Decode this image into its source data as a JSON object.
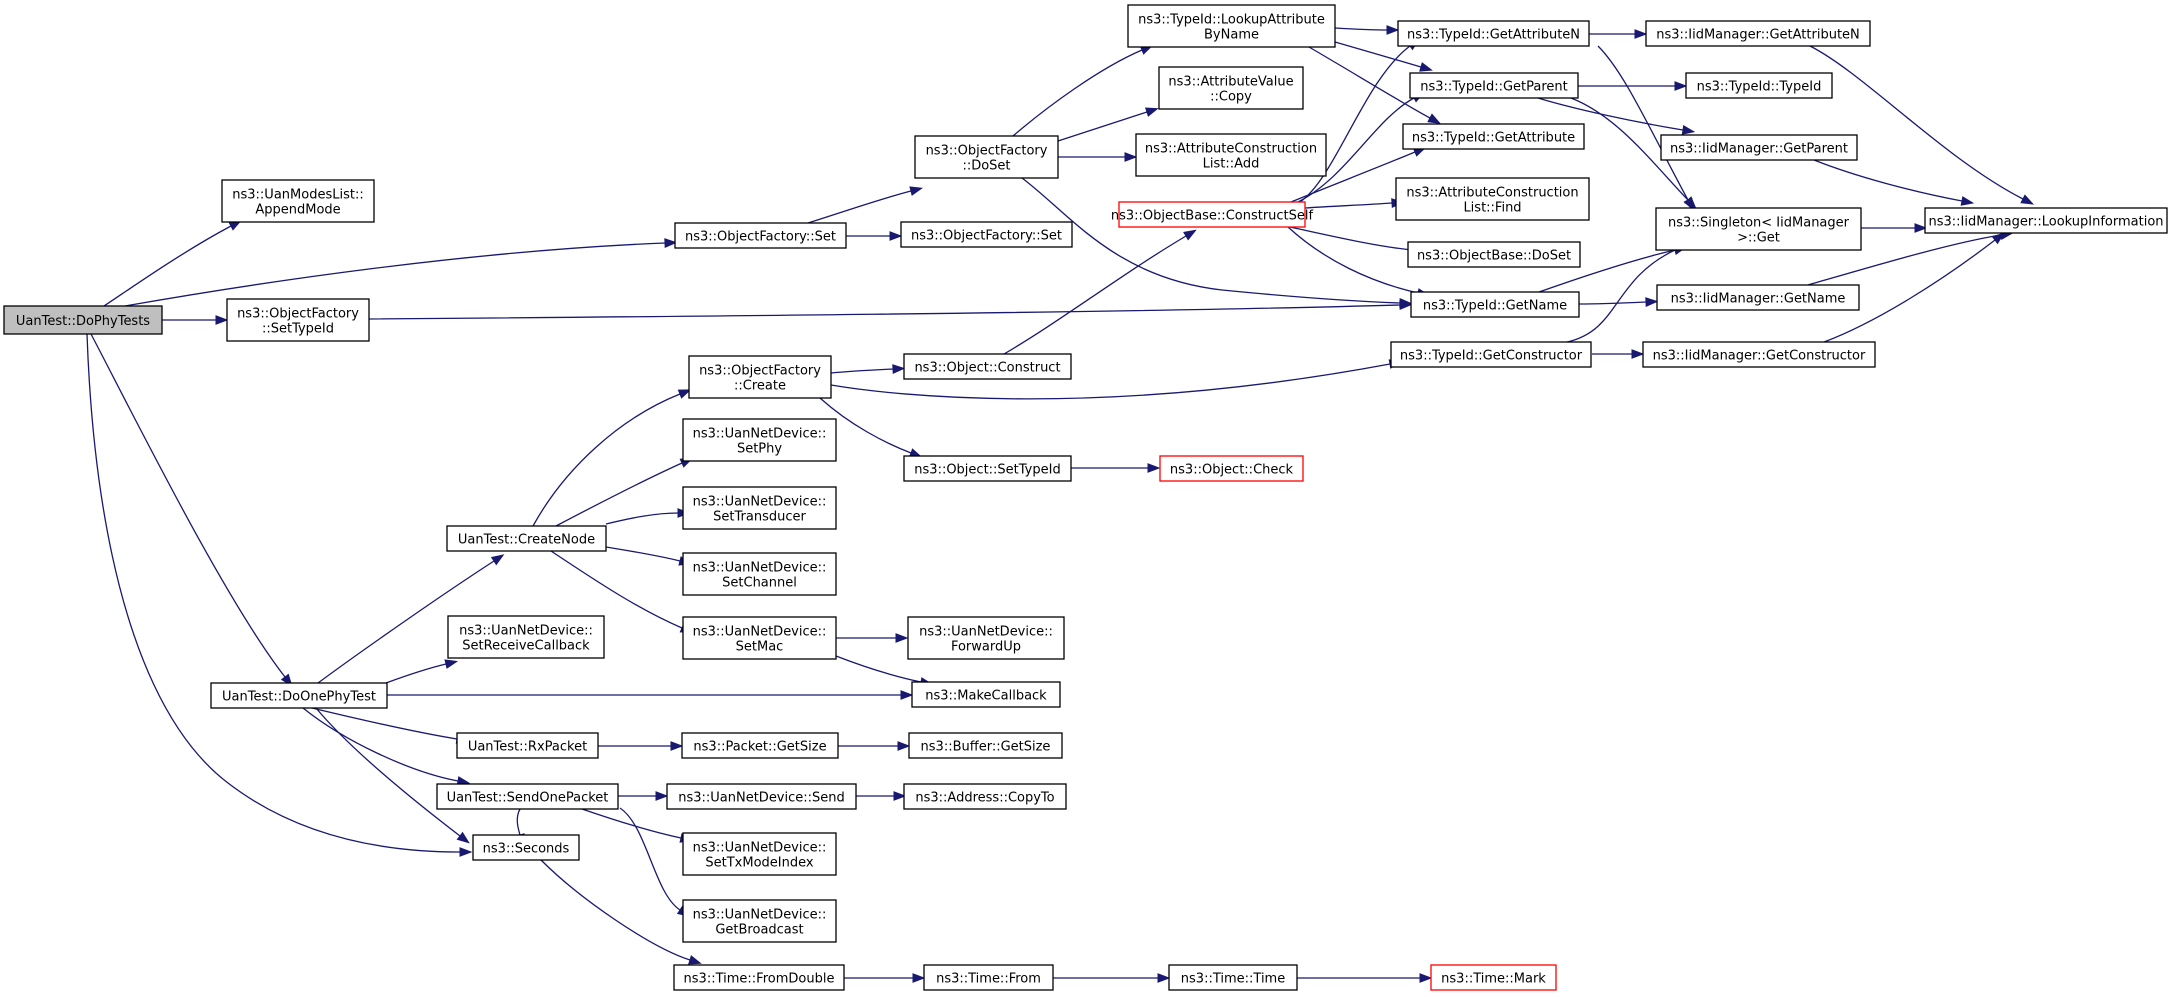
{
  "graph": {
    "type": "call-graph",
    "colors": {
      "edge": "#191970",
      "node_border": "#000000",
      "root_fill": "#bfbfbf",
      "truncated_border": "#ff0000"
    },
    "nodes": [
      {
        "id": "n0",
        "lines": [
          "UanTest::DoPhyTests"
        ],
        "style": "root"
      },
      {
        "id": "n1",
        "lines": [
          "ns3::UanModesList::",
          "AppendMode"
        ]
      },
      {
        "id": "n2",
        "lines": [
          "ns3::ObjectFactory::Set"
        ]
      },
      {
        "id": "n3",
        "lines": [
          "ns3::ObjectFactory",
          "::DoSet"
        ]
      },
      {
        "id": "n4",
        "lines": [
          "ns3::TypeId::LookupAttribute",
          "ByName"
        ]
      },
      {
        "id": "n5",
        "lines": [
          "ns3::TypeId::GetAttributeN"
        ]
      },
      {
        "id": "n6",
        "lines": [
          "ns3::IidManager::GetAttributeN"
        ]
      },
      {
        "id": "n7",
        "lines": [
          "ns3::IidManager::LookupInformation"
        ]
      },
      {
        "id": "n8",
        "lines": [
          "ns3::Singleton< IidManager",
          ">::Get"
        ]
      },
      {
        "id": "n9",
        "lines": [
          "ns3::TypeId::GetAttribute"
        ]
      },
      {
        "id": "n10",
        "lines": [
          "ns3::TypeId::GetParent"
        ]
      },
      {
        "id": "n11",
        "lines": [
          "ns3::IidManager::GetParent"
        ]
      },
      {
        "id": "n12",
        "lines": [
          "ns3::TypeId::TypeId"
        ]
      },
      {
        "id": "n13",
        "lines": [
          "ns3::AttributeValue",
          "::Copy"
        ]
      },
      {
        "id": "n14",
        "lines": [
          "ns3::AttributeConstruction",
          "List::Add"
        ]
      },
      {
        "id": "n15",
        "lines": [
          "ns3::TypeId::GetName"
        ]
      },
      {
        "id": "n16",
        "lines": [
          "ns3::IidManager::GetName"
        ]
      },
      {
        "id": "n17",
        "lines": [
          "ns3::ObjectFactory::Set"
        ]
      },
      {
        "id": "n18",
        "lines": [
          "ns3::ObjectFactory",
          "::SetTypeId"
        ]
      },
      {
        "id": "n19",
        "lines": [
          "UanTest::DoOnePhyTest"
        ]
      },
      {
        "id": "n20",
        "lines": [
          "UanTest::CreateNode"
        ]
      },
      {
        "id": "n21",
        "lines": [
          "ns3::ObjectFactory",
          "::Create"
        ]
      },
      {
        "id": "n22",
        "lines": [
          "ns3::Object::Construct"
        ]
      },
      {
        "id": "n23",
        "lines": [
          "ns3::ObjectBase::ConstructSelf"
        ],
        "style": "truncated"
      },
      {
        "id": "n24",
        "lines": [
          "ns3::AttributeConstruction",
          "List::Find"
        ]
      },
      {
        "id": "n25",
        "lines": [
          "ns3::ObjectBase::DoSet"
        ]
      },
      {
        "id": "n26",
        "lines": [
          "ns3::TypeId::GetConstructor"
        ]
      },
      {
        "id": "n27",
        "lines": [
          "ns3::IidManager::GetConstructor"
        ]
      },
      {
        "id": "n28",
        "lines": [
          "ns3::Object::SetTypeId"
        ]
      },
      {
        "id": "n29",
        "lines": [
          "ns3::Object::Check"
        ],
        "style": "truncated"
      },
      {
        "id": "n30",
        "lines": [
          "ns3::UanNetDevice::",
          "SetPhy"
        ]
      },
      {
        "id": "n31",
        "lines": [
          "ns3::UanNetDevice::",
          "SetTransducer"
        ]
      },
      {
        "id": "n32",
        "lines": [
          "ns3::UanNetDevice::",
          "SetChannel"
        ]
      },
      {
        "id": "n33",
        "lines": [
          "ns3::UanNetDevice::",
          "SetMac"
        ]
      },
      {
        "id": "n34",
        "lines": [
          "ns3::UanNetDevice::",
          "ForwardUp"
        ]
      },
      {
        "id": "n35",
        "lines": [
          "ns3::MakeCallback"
        ]
      },
      {
        "id": "n36",
        "lines": [
          "ns3::UanNetDevice::",
          "SetReceiveCallback"
        ]
      },
      {
        "id": "n37",
        "lines": [
          "UanTest::RxPacket"
        ]
      },
      {
        "id": "n38",
        "lines": [
          "ns3::Packet::GetSize"
        ]
      },
      {
        "id": "n39",
        "lines": [
          "ns3::Buffer::GetSize"
        ]
      },
      {
        "id": "n40",
        "lines": [
          "UanTest::SendOnePacket"
        ]
      },
      {
        "id": "n41",
        "lines": [
          "ns3::UanNetDevice::Send"
        ]
      },
      {
        "id": "n42",
        "lines": [
          "ns3::Address::CopyTo"
        ]
      },
      {
        "id": "n43",
        "lines": [
          "ns3::UanNetDevice::",
          "SetTxModeIndex"
        ]
      },
      {
        "id": "n44",
        "lines": [
          "ns3::UanNetDevice::",
          "GetBroadcast"
        ]
      },
      {
        "id": "n45",
        "lines": [
          "ns3::Seconds"
        ]
      },
      {
        "id": "n46",
        "lines": [
          "ns3::Time::FromDouble"
        ]
      },
      {
        "id": "n47",
        "lines": [
          "ns3::Time::From"
        ]
      },
      {
        "id": "n48",
        "lines": [
          "ns3::Time::Time"
        ]
      },
      {
        "id": "n49",
        "lines": [
          "ns3::Time::Mark"
        ],
        "style": "truncated"
      }
    ],
    "edges": [
      [
        "n0",
        "n1"
      ],
      [
        "n0",
        "n2"
      ],
      [
        "n0",
        "n18"
      ],
      [
        "n0",
        "n19"
      ],
      [
        "n0",
        "n45"
      ],
      [
        "n2",
        "n3"
      ],
      [
        "n2",
        "n17"
      ],
      [
        "n3",
        "n4"
      ],
      [
        "n3",
        "n13"
      ],
      [
        "n3",
        "n14"
      ],
      [
        "n3",
        "n15"
      ],
      [
        "n4",
        "n5"
      ],
      [
        "n4",
        "n9"
      ],
      [
        "n4",
        "n10"
      ],
      [
        "n5",
        "n6"
      ],
      [
        "n5",
        "n8"
      ],
      [
        "n6",
        "n7"
      ],
      [
        "n8",
        "n7"
      ],
      [
        "n10",
        "n11"
      ],
      [
        "n10",
        "n12"
      ],
      [
        "n10",
        "n8"
      ],
      [
        "n11",
        "n7"
      ],
      [
        "n15",
        "n16"
      ],
      [
        "n15",
        "n8"
      ],
      [
        "n16",
        "n7"
      ],
      [
        "n18",
        "n15"
      ],
      [
        "n19",
        "n20"
      ],
      [
        "n19",
        "n36"
      ],
      [
        "n19",
        "n35"
      ],
      [
        "n19",
        "n37"
      ],
      [
        "n19",
        "n40"
      ],
      [
        "n19",
        "n45"
      ],
      [
        "n20",
        "n21"
      ],
      [
        "n20",
        "n30"
      ],
      [
        "n20",
        "n31"
      ],
      [
        "n20",
        "n32"
      ],
      [
        "n20",
        "n33"
      ],
      [
        "n21",
        "n22"
      ],
      [
        "n21",
        "n28"
      ],
      [
        "n21",
        "n26"
      ],
      [
        "n22",
        "n23"
      ],
      [
        "n23",
        "n5"
      ],
      [
        "n23",
        "n10"
      ],
      [
        "n23",
        "n9"
      ],
      [
        "n23",
        "n24"
      ],
      [
        "n23",
        "n25"
      ],
      [
        "n23",
        "n15"
      ],
      [
        "n26",
        "n27"
      ],
      [
        "n26",
        "n8"
      ],
      [
        "n27",
        "n7"
      ],
      [
        "n28",
        "n29"
      ],
      [
        "n33",
        "n34"
      ],
      [
        "n33",
        "n35"
      ],
      [
        "n37",
        "n38"
      ],
      [
        "n38",
        "n39"
      ],
      [
        "n40",
        "n41"
      ],
      [
        "n40",
        "n43"
      ],
      [
        "n40",
        "n44"
      ],
      [
        "n40",
        "n45"
      ],
      [
        "n41",
        "n42"
      ],
      [
        "n45",
        "n46"
      ],
      [
        "n46",
        "n47"
      ],
      [
        "n47",
        "n48"
      ],
      [
        "n48",
        "n49"
      ]
    ]
  }
}
